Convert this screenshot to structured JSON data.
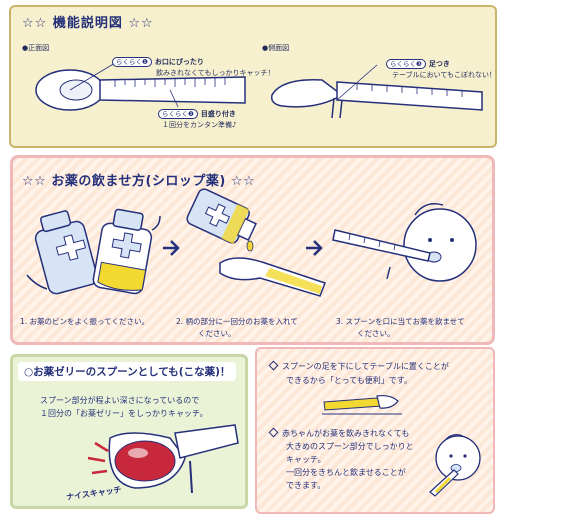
{
  "top": {
    "title": "☆☆ 機能説明図 ☆☆",
    "front_label": "●正面図",
    "side_label": "●側面図",
    "feature1_tag": "らくらく❶",
    "feature1_text_1": "お口にぴったり",
    "feature1_text_2": "飲みきれなくてもしっかりキャッチ！",
    "feature2_tag": "らくらく❷",
    "feature2_text_1": "目盛り付き",
    "feature2_text_2": "１回分をカンタン準備♪",
    "feature3_tag": "らくらく❸",
    "feature3_text_1": "足つき",
    "feature3_text_2": "テーブルにおいてもこぼれない！"
  },
  "middle": {
    "title": "☆☆ お薬の飲ませ方(シロップ薬) ☆☆",
    "step1": "1. お薬のビンをよく振ってください。",
    "step2_line1": "2. 柄の部分に一回分のお薬を入れて",
    "step2_line2": "ください。",
    "step3_line1": "3. スプーンを口に当てお薬を飲ませて",
    "step3_line2": "ください。"
  },
  "jelly": {
    "title": "○お薬ゼリーのスプーンとしても(こな薬)！",
    "text_line1": "スプーン部分が程よい深さになっているので",
    "text_line2": "１回分の「お薬ゼリー」をしっかりキャッチ。",
    "catch_label": "ナイスキャッチ"
  },
  "tips": {
    "tip1_line1": "スプーンの足を下にしてテーブルに置くことが",
    "tip1_line2": "できるから「とっても便利」です。",
    "tip2_line1": "赤ちゃんがお薬を飲みきれなくても",
    "tip2_line2": "大きめのスプーン部分でしっかりと",
    "tip2_line3": "キャッチ。",
    "tip2_line4": "一回分をきちんと飲ませることが",
    "tip2_line5": "できます。"
  },
  "colors": {
    "navy": "#25307a",
    "top_panel_bg": "#f7f0cf",
    "pink_border": "#f0b8b8",
    "green_panel": "#eaf3d6",
    "red_jelly": "#c8283c",
    "yellow_medicine": "#f2d830"
  }
}
